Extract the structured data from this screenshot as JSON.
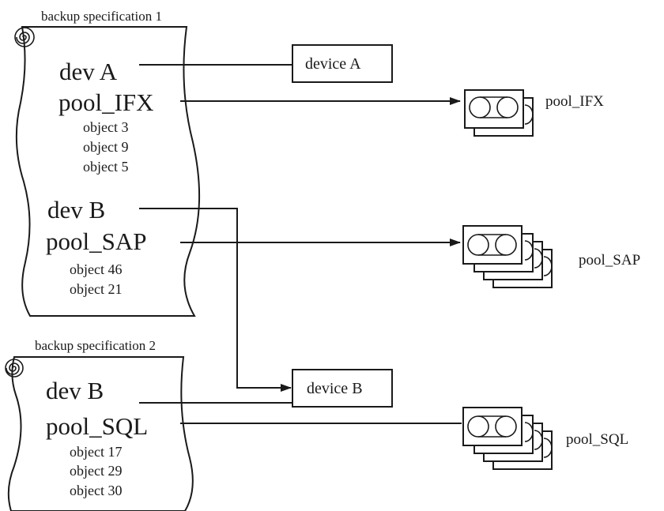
{
  "spec1": {
    "title": "backup specification 1",
    "dev_a": "dev A",
    "pool_ifx": "pool_IFX",
    "objects_a": [
      "object  3",
      "object 9",
      "object 5"
    ],
    "dev_b": "dev B",
    "pool_sap": "pool_SAP",
    "objects_b": [
      "object 46",
      "object 21"
    ]
  },
  "spec2": {
    "title": "backup specification 2",
    "dev_b": "dev B",
    "pool_sql": "pool_SQL",
    "objects": [
      "object 17",
      "object 29",
      "object 30"
    ]
  },
  "devices": {
    "a": "device A",
    "b": "device B"
  },
  "pools": {
    "ifx": "pool_IFX",
    "sap": "pool_SAP",
    "sql": "pool_SQL"
  }
}
